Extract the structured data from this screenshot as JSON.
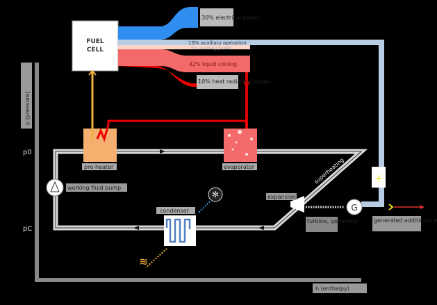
{
  "fuel_cell": {
    "line1": "FUEL",
    "line2": "CELL"
  },
  "flows": {
    "electrical": "30% electrical power",
    "auxiliary": "13% auxiliary operation",
    "aux_power": "5% auxiliary power",
    "liquid_cooling": "42% liquid cooling",
    "losses": "10% heat radiation losses"
  },
  "axes": {
    "y_label": "p (pressure)",
    "x_label": "h (enthalpy)",
    "p0": "p0",
    "pc": "pC"
  },
  "components": {
    "preheater": "pre-heater",
    "evaporator": "evaporator",
    "pump": "working fluid pump",
    "condenser": "condenser",
    "expansion": "expansion",
    "turbine": "turbine, generator",
    "generator_symbol": "G",
    "superheating": "superheating",
    "output": "generated additional electrical power",
    "plus": "+"
  },
  "colors": {
    "blue": "#2f8ef0",
    "lightblue": "#b8cce4",
    "red": "#f03030",
    "salmon": "#f46a6a",
    "orange": "#f0b040"
  }
}
